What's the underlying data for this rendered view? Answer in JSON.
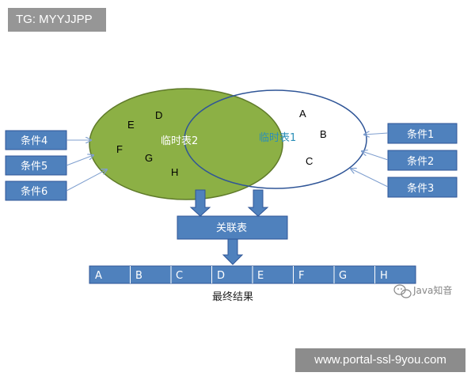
{
  "header_tag": "TG: MYYJJPP",
  "watermark": "www.portal-ssl-9you.com",
  "wechat_label": "Java知音",
  "left_conditions": [
    "条件4",
    "条件5",
    "条件6"
  ],
  "right_conditions": [
    "条件1",
    "条件2",
    "条件3"
  ],
  "temp_table_2": {
    "label": "临时表2",
    "letters": [
      "D",
      "E",
      "F",
      "G",
      "H"
    ]
  },
  "temp_table_1": {
    "label": "临时表1",
    "letters": [
      "A",
      "B",
      "C"
    ]
  },
  "join_table": "关联表",
  "result_cells": [
    "A",
    "B",
    "C",
    "D",
    "E",
    "F",
    "G",
    "H"
  ],
  "result_label": "最终结果",
  "colors": {
    "box_fill": "#4f81bd",
    "box_border": "#2f5597",
    "ellipse_green": "#8cb045",
    "ellipse_green_border": "#5f7a2a",
    "ellipse_outline": "#2f5597",
    "arrow_line": "#7f9fcf"
  }
}
